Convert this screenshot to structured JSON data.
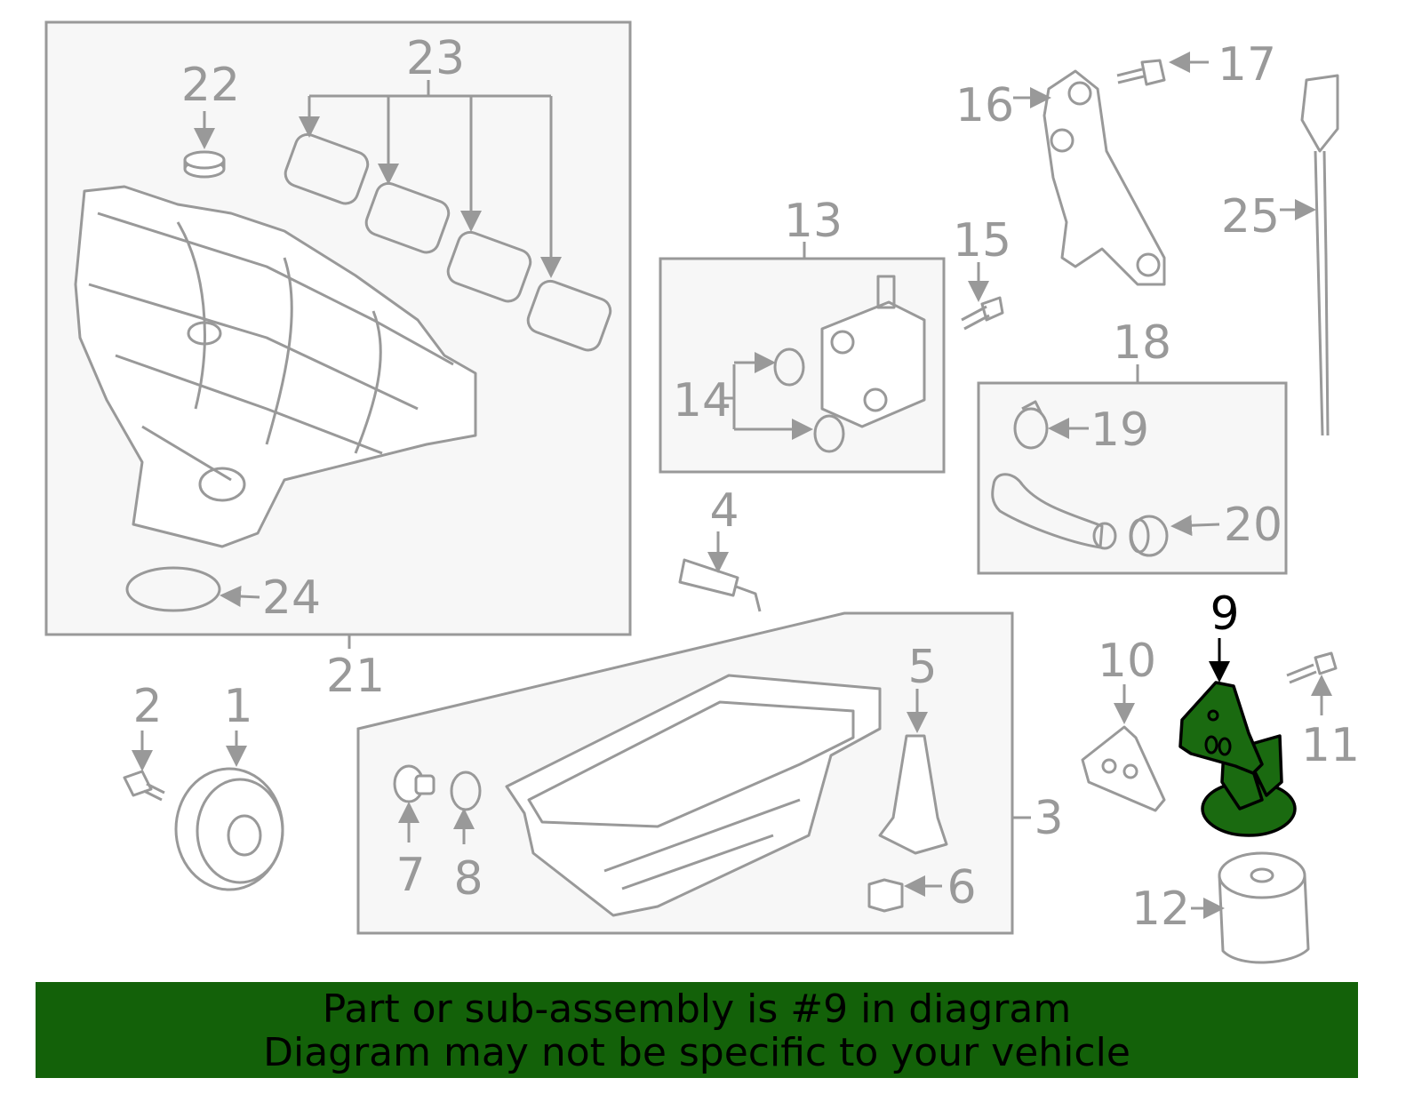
{
  "callouts": {
    "c1": "1",
    "c2": "2",
    "c3": "3",
    "c4": "4",
    "c5": "5",
    "c6": "6",
    "c7": "7",
    "c8": "8",
    "c9": "9",
    "c10": "10",
    "c11": "11",
    "c12": "12",
    "c13": "13",
    "c14": "14",
    "c15": "15",
    "c16": "16",
    "c17": "17",
    "c18": "18",
    "c19": "19",
    "c20": "20",
    "c21": "21",
    "c22": "22",
    "c23": "23",
    "c24": "24",
    "c25": "25"
  },
  "highlighted_part": "9",
  "colors": {
    "highlight": "#1a6a10",
    "banner": "#136109",
    "callout": "#999999"
  },
  "banner": {
    "line1": "Part or sub-assembly is #9 in diagram",
    "line2": "Diagram may not be specific to your vehicle"
  }
}
